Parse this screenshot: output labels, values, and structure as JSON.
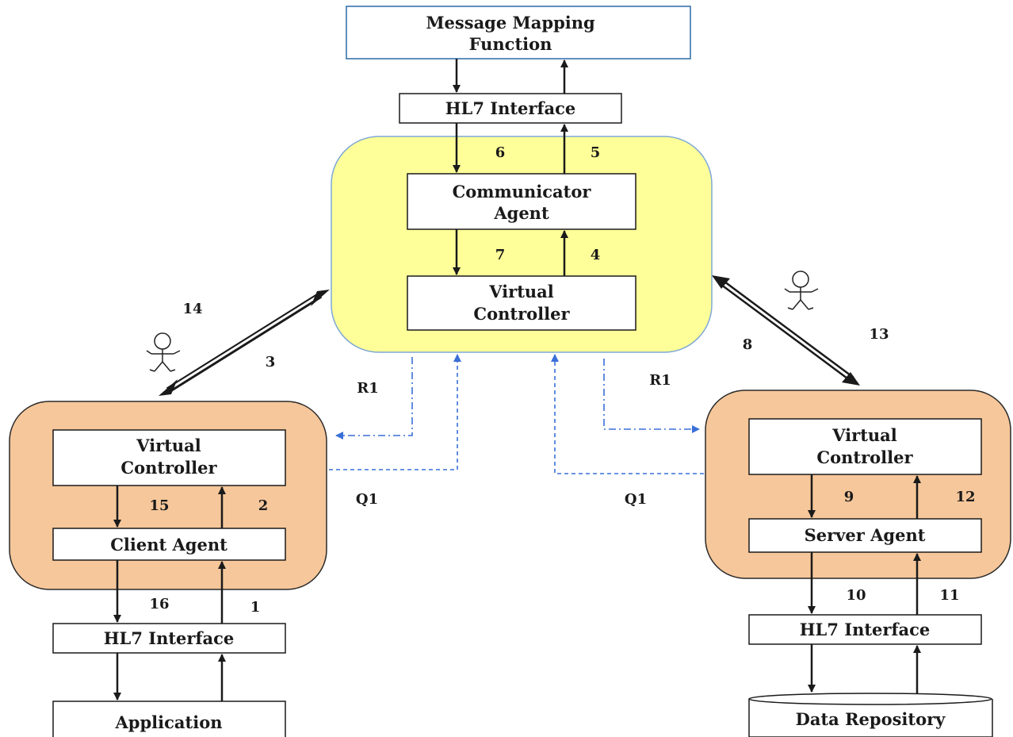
{
  "nodes": {
    "message_mapping": {
      "line1": "Message Mapping",
      "line2": "Function"
    },
    "hl7_top": "HL7 Interface",
    "communicator_agent": {
      "line1": "Communicator",
      "line2": "Agent"
    },
    "virtual_controller_center": {
      "line1": "Virtual",
      "line2": "Controller"
    },
    "virtual_controller_left": {
      "line1": "Virtual",
      "line2": "Controller"
    },
    "client_agent": "Client Agent",
    "hl7_left": "HL7 Interface",
    "application": "Application",
    "virtual_controller_right": {
      "line1": "Virtual",
      "line2": "Controller"
    },
    "server_agent": "Server Agent",
    "hl7_right": "HL7 Interface",
    "data_repository": "Data Repository"
  },
  "step_labels": {
    "s1": "1",
    "s2": "2",
    "s3": "3",
    "s4": "4",
    "s5": "5",
    "s6": "6",
    "s7": "7",
    "s8": "8",
    "s9": "9",
    "s10": "10",
    "s11": "11",
    "s12": "12",
    "s13": "13",
    "s14": "14",
    "s15": "15",
    "s16": "16"
  },
  "link_labels": {
    "r1_left": "R1",
    "q1_left": "Q1",
    "r1_right": "R1",
    "q1_right": "Q1"
  },
  "colors": {
    "center_fill": "#ffff99",
    "center_stroke": "#7fa8d6",
    "side_fill": "#f6c79a",
    "side_stroke": "#2a2a2a",
    "dashed_link": "#3a6fd8",
    "top_box_stroke": "#2b6aa8"
  }
}
